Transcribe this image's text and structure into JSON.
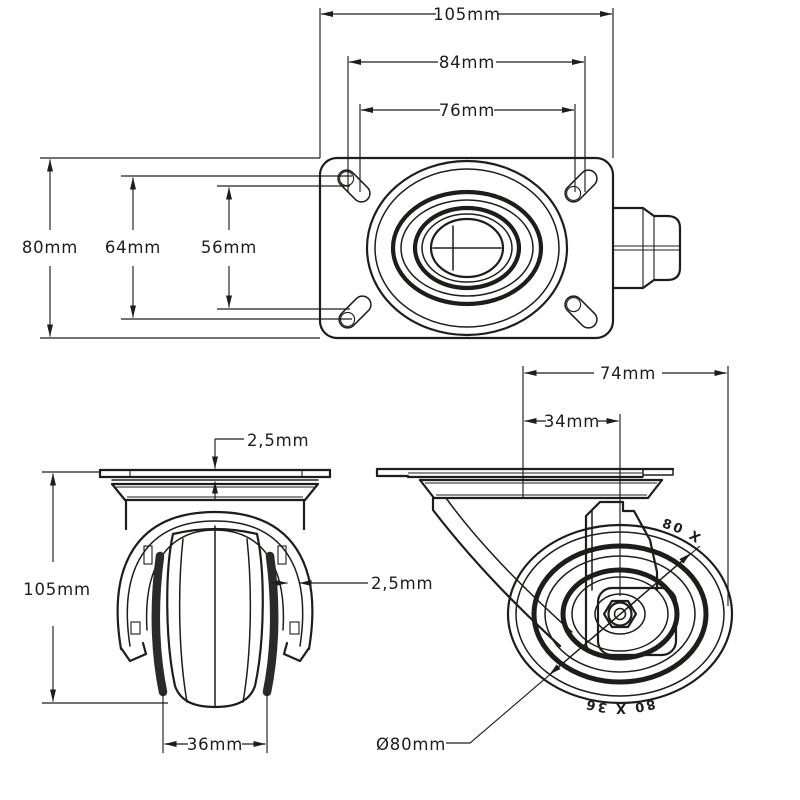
{
  "meta": {
    "background": "#ffffff",
    "line_color": "#1d1d1b",
    "description": "Technical dimension drawing of an 80mm swivel plate castor, three views"
  },
  "top_view": {
    "plate_width": "105mm",
    "bolt_span_outer": "84mm",
    "bolt_span_inner": "76mm",
    "plate_depth": "80mm",
    "bolt_depth_outer": "64mm",
    "bolt_depth_inner": "56mm"
  },
  "front_view": {
    "overall_height": "105mm",
    "plate_thickness": "2,5mm",
    "wall_thickness": "2,5mm",
    "wheel_width": "36mm"
  },
  "side_view": {
    "overall_length": "74mm",
    "swivel_offset": "34mm",
    "wheel_diameter": "Ø80mm",
    "tread_marking": "80 X 36",
    "tread_marking_fragment": "80 X"
  }
}
